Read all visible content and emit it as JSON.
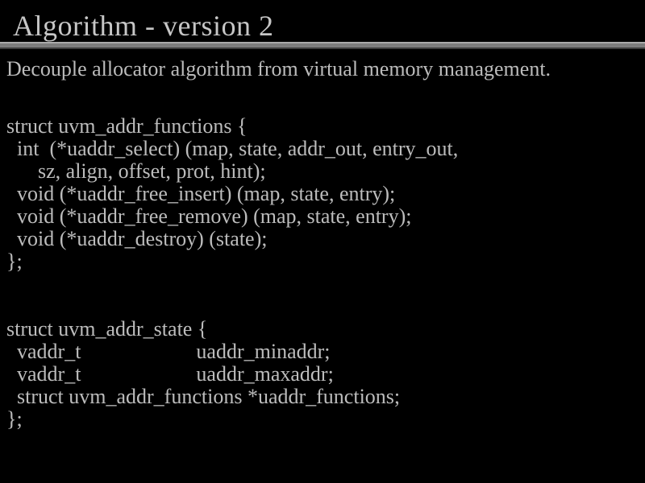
{
  "slide": {
    "title": "Algorithm - version 2",
    "subtitle": "Decouple allocator algorithm from virtual memory management.",
    "code_blocks": [
      {
        "name": "uvm_addr_functions",
        "lines": [
          "struct uvm_addr_functions {",
          "  int  (*uaddr_select) (map, state, addr_out, entry_out,",
          "      sz, align, offset, prot, hint);",
          "  void (*uaddr_free_insert) (map, state, entry);",
          "  void (*uaddr_free_remove) (map, state, entry);",
          "  void (*uaddr_destroy) (state);",
          "};"
        ]
      },
      {
        "name": "uvm_addr_state",
        "lines": [
          "struct uvm_addr_state {",
          "  vaddr_t                      uaddr_minaddr;",
          "  vaddr_t                      uaddr_maxaddr;",
          "  struct uvm_addr_functions *uaddr_functions;",
          "};"
        ]
      }
    ],
    "colors": {
      "background": "#000000",
      "title-color": "#c6c6c6",
      "text-color": "#bcbcbc",
      "rule-light": "#aaaaaa",
      "rule-mid": "#7d7d7d",
      "rule-dark": "#3c3c3c"
    }
  }
}
